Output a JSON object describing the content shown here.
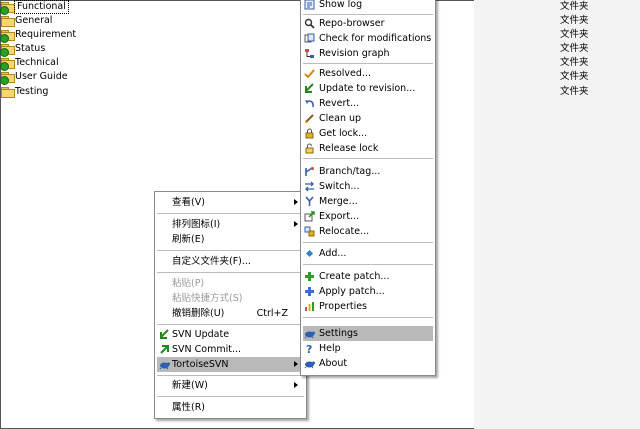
{
  "explorer": {
    "folders": [
      {
        "name": "Functional",
        "type": "文件夹",
        "versioned": true,
        "selected": true
      },
      {
        "name": "General",
        "type": "文件夹",
        "versioned": false,
        "selected": false
      },
      {
        "name": "Requirement",
        "type": "文件夹",
        "versioned": true,
        "selected": false
      },
      {
        "name": "Status",
        "type": "文件夹",
        "versioned": true,
        "selected": false
      },
      {
        "name": "Technical",
        "type": "文件夹",
        "versioned": true,
        "selected": false
      },
      {
        "name": "User Guide",
        "type": "文件夹",
        "versioned": true,
        "selected": false
      },
      {
        "name": "Testing",
        "type": "文件夹",
        "versioned": false,
        "selected": false
      }
    ]
  },
  "context_menu": {
    "view": "查看(V)",
    "arrange_icons": "排列图标(I)",
    "refresh": "刷新(E)",
    "customize_folder": "自定义文件夹(F)...",
    "paste": "粘贴(P)",
    "paste_shortcut": "粘贴快捷方式(S)",
    "undo_delete": "撤销删除(U)",
    "undo_delete_shortcut": "Ctrl+Z",
    "svn_update": "SVN Update",
    "svn_commit": "SVN Commit...",
    "tortoisesvn": "TortoiseSVN",
    "new": "新建(W)",
    "properties": "属性(R)"
  },
  "svn_submenu": {
    "show_log": "Show log",
    "repo_browser": "Repo-browser",
    "check_modifications": "Check for modifications",
    "revision_graph": "Revision graph",
    "resolved": "Resolved...",
    "update_to_revision": "Update to revision...",
    "revert": "Revert...",
    "clean_up": "Clean up",
    "get_lock": "Get lock...",
    "release_lock": "Release lock",
    "branch_tag": "Branch/tag...",
    "switch": "Switch...",
    "merge": "Merge...",
    "export": "Export...",
    "relocate": "Relocate...",
    "add": "Add...",
    "create_patch": "Create patch...",
    "apply_patch": "Apply patch...",
    "properties": "Properties",
    "settings": "Settings",
    "help": "Help",
    "about": "About"
  },
  "colors": {
    "highlight": "#b9b9b9",
    "folder": "#f5d673",
    "svn_ok": "#2aa02a"
  }
}
